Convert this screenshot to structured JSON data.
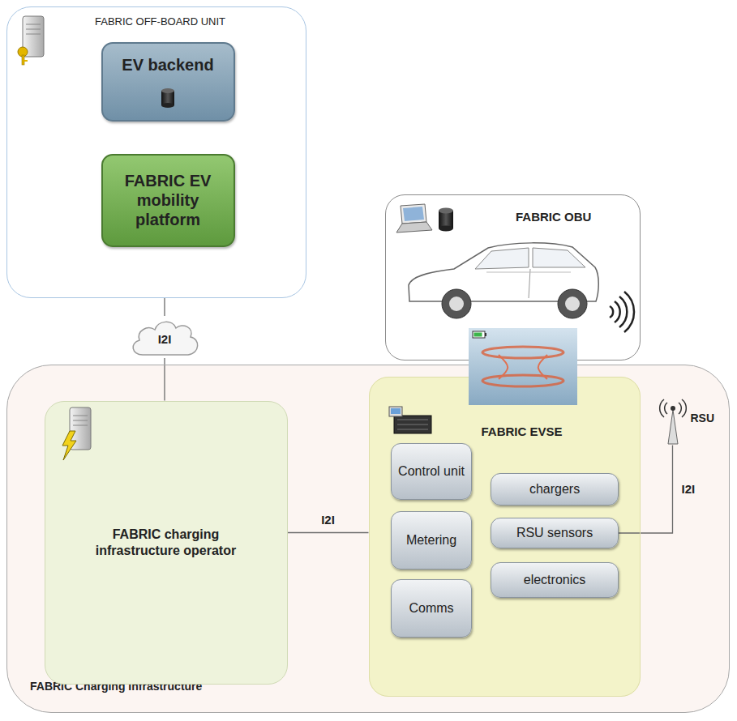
{
  "diagram": {
    "nodes": [
      {
        "text": [
          "FABRIC OFF-BOARD UNIT"
        ]
      },
      {
        "text": [
          "EV backend"
        ],
        "in": 0
      },
      {
        "text": [
          "FABRIC EV mobility platform"
        ],
        "in": 0
      },
      {
        "text": [
          "FABRIC OBU"
        ]
      },
      {
        "text": [
          "I2I"
        ]
      },
      {
        "text": [
          "FABRIC Charging Infrastructure"
        ]
      },
      {
        "text": [
          "FABRIC charging infrastructure operator"
        ],
        "in": 5
      },
      {
        "text": [
          "FABRIC EVSE"
        ],
        "in": 5
      },
      {
        "text": [
          "Control unit"
        ],
        "in": 7
      },
      {
        "text": [
          "Metering"
        ],
        "in": 7
      },
      {
        "text": [
          "Comms"
        ],
        "in": 7
      },
      {
        "text": [
          "chargers"
        ],
        "in": 7
      },
      {
        "text": [
          "RSU sensors"
        ],
        "in": 7
      },
      {
        "text": [
          "electronics"
        ],
        "in": 7
      },
      {
        "text": [
          "RSU"
        ],
        "in": 5
      }
    ],
    "edges": [
      {
        "from": 1,
        "to": 2,
        "arrow": "none"
      },
      {
        "from": 0,
        "to": 4,
        "arrow": "none"
      },
      {
        "from": 4,
        "to": 6,
        "arrow": "none"
      },
      {
        "from": 6,
        "to": 7,
        "label": "I2I",
        "arrow": "none"
      },
      {
        "from": 12,
        "to": 14,
        "label": "I2I",
        "arrow": "none"
      }
    ]
  }
}
